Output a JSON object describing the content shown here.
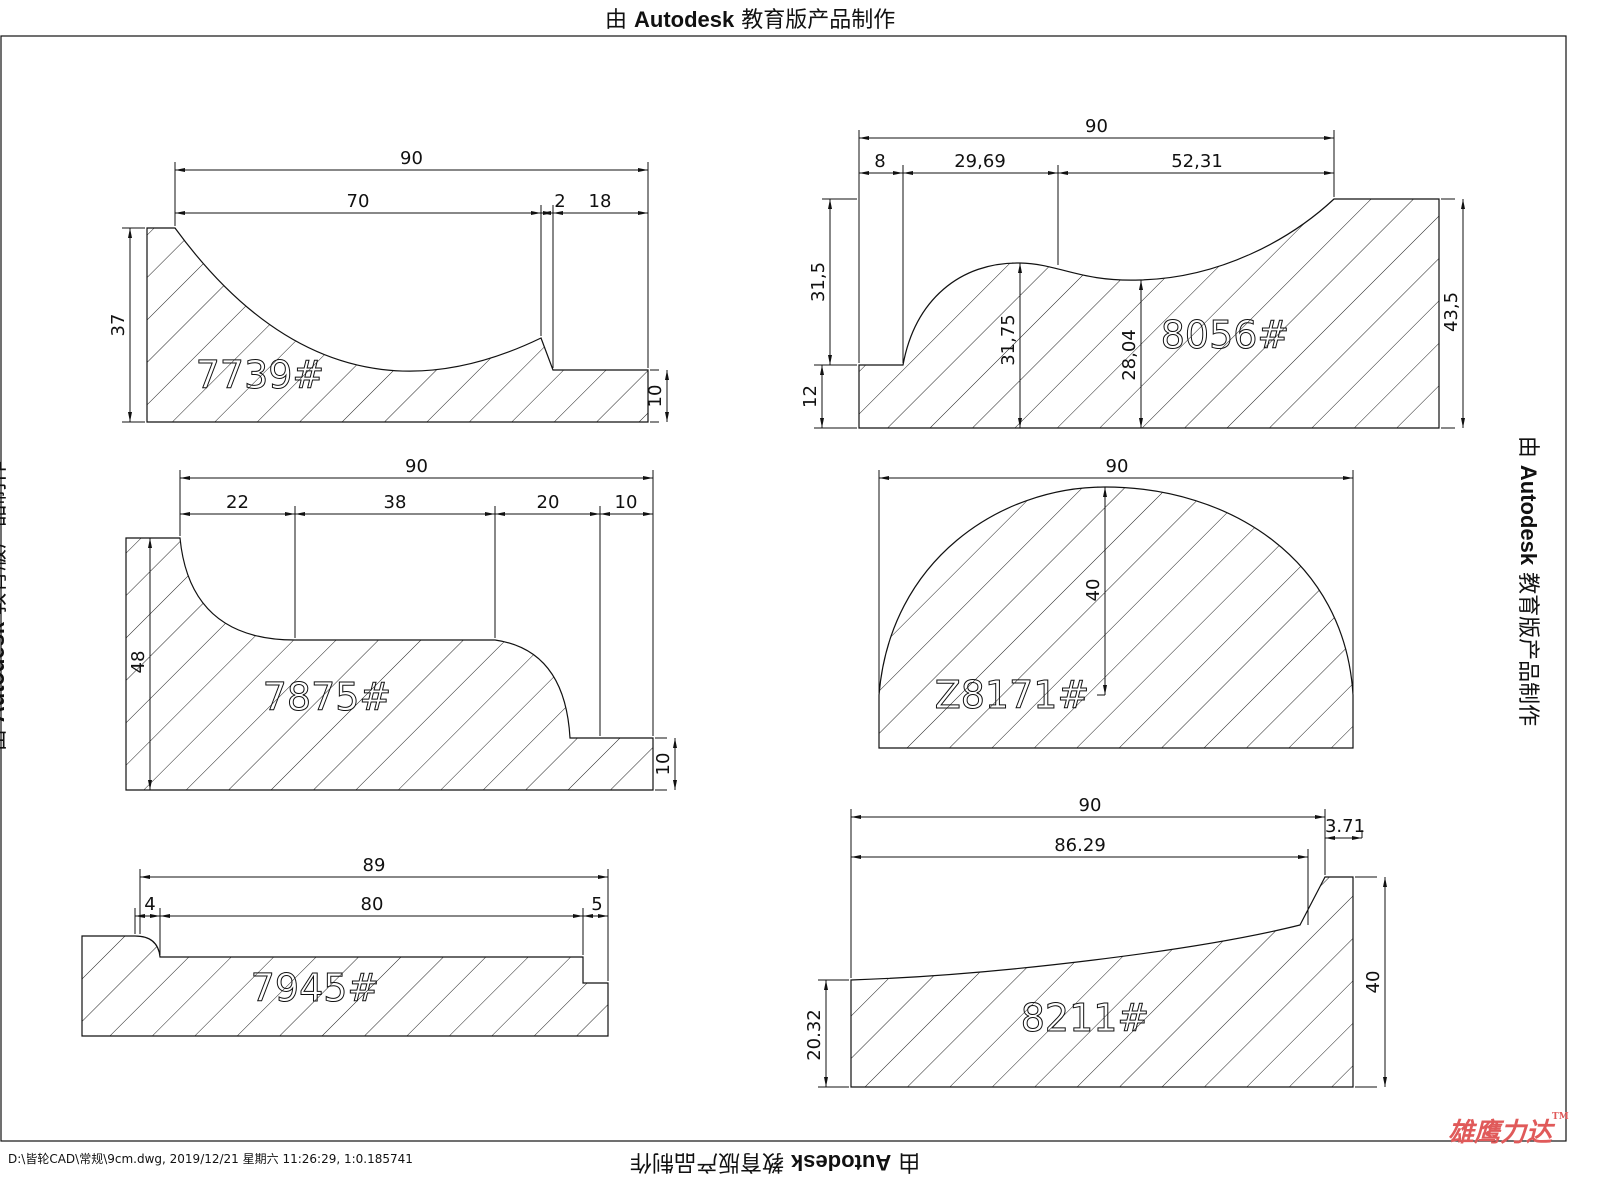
{
  "watermark": {
    "prefix": "由",
    "brand": "Autodesk",
    "suffix": " 教育版产品制作"
  },
  "footer": "D:\\皆轮CAD\\常规\\9cm.dwg, 2019/12/21 星期六 11:26:29, 1:0.185741",
  "logo": {
    "text": "雄鹰力达",
    "tm": "TM"
  },
  "profiles": {
    "p7739": {
      "label": "7739#",
      "dims": {
        "overall": "90",
        "a": "70",
        "b": "2",
        "c": "18",
        "height": "37",
        "step": "10"
      }
    },
    "p8056": {
      "label": "8056#",
      "dims": {
        "overall": "90",
        "a": "8",
        "b": "29,69",
        "c": "52,31",
        "h1": "31,5",
        "h2": "12",
        "peak": "31,75",
        "valley": "28,04",
        "height": "43,5"
      }
    },
    "p7875": {
      "label": "7875#",
      "dims": {
        "overall": "90",
        "a": "22",
        "b": "38",
        "c": "20",
        "d": "10",
        "height": "48",
        "step": "10"
      }
    },
    "pZ8171": {
      "label": "Z8171#",
      "dims": {
        "overall": "90",
        "height": "40"
      }
    },
    "p7945": {
      "label": "7945#",
      "dims": {
        "overall": "89",
        "a": "4",
        "b": "80",
        "c": "5"
      }
    },
    "p8211": {
      "label": "8211#",
      "dims": {
        "overall": "90",
        "a": "86.29",
        "b": "3.71",
        "low": "20.32",
        "height": "40"
      }
    }
  }
}
